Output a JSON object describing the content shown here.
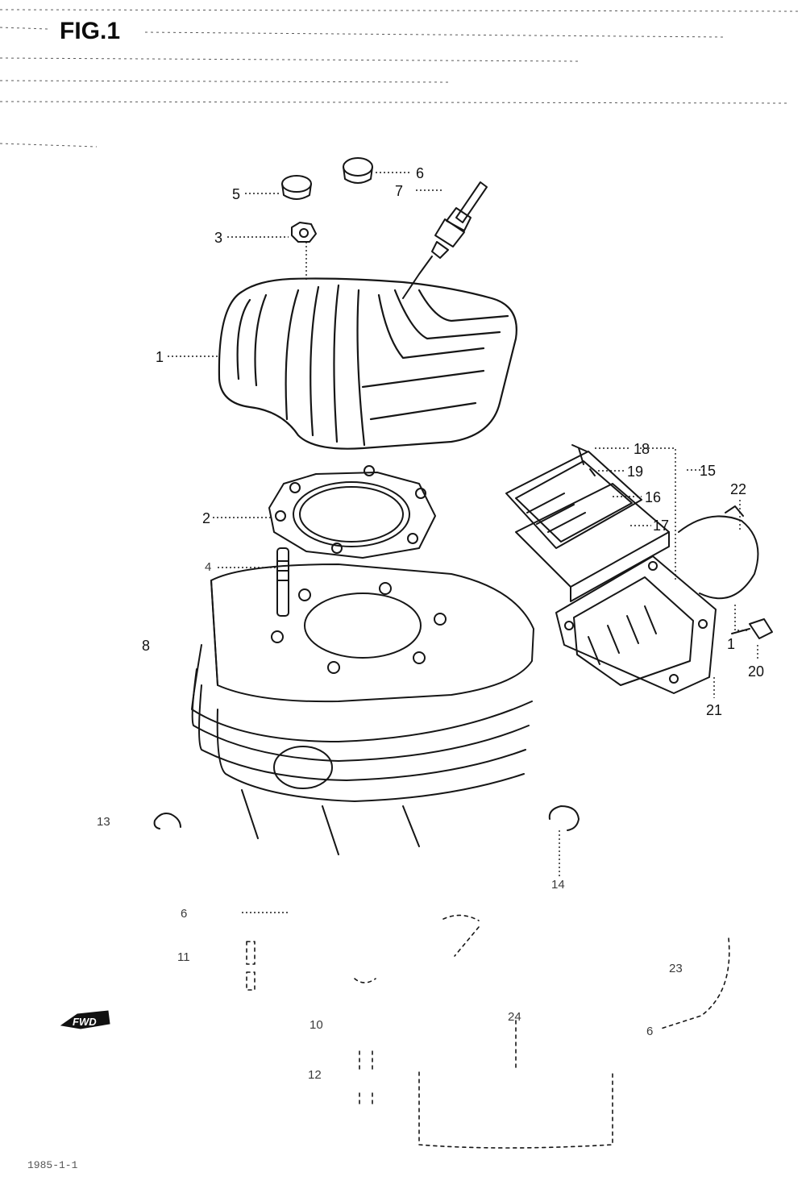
{
  "figure": {
    "title": "FIG.1",
    "forward_marker": "FWD",
    "page_code": "1985-1-1"
  },
  "callouts": [
    {
      "id": "1",
      "text": "1"
    },
    {
      "id": "1b",
      "text": "1"
    },
    {
      "id": "2",
      "text": "2"
    },
    {
      "id": "3",
      "text": "3"
    },
    {
      "id": "4",
      "text": "4"
    },
    {
      "id": "5",
      "text": "5"
    },
    {
      "id": "6",
      "text": "6"
    },
    {
      "id": "6b",
      "text": "6"
    },
    {
      "id": "6c",
      "text": "6"
    },
    {
      "id": "7",
      "text": "7"
    },
    {
      "id": "8",
      "text": "8"
    },
    {
      "id": "10",
      "text": "10"
    },
    {
      "id": "11",
      "text": "11"
    },
    {
      "id": "12",
      "text": "12"
    },
    {
      "id": "13",
      "text": "13"
    },
    {
      "id": "14",
      "text": "14"
    },
    {
      "id": "15",
      "text": "15"
    },
    {
      "id": "16",
      "text": "16"
    },
    {
      "id": "17",
      "text": "17"
    },
    {
      "id": "18",
      "text": "18"
    },
    {
      "id": "19",
      "text": "19"
    },
    {
      "id": "20",
      "text": "20"
    },
    {
      "id": "21",
      "text": "21"
    },
    {
      "id": "22",
      "text": "22"
    },
    {
      "id": "23",
      "text": "23"
    },
    {
      "id": "24",
      "text": "24"
    }
  ],
  "colors": {
    "ink": "#161616",
    "paper": "#ffffff"
  }
}
